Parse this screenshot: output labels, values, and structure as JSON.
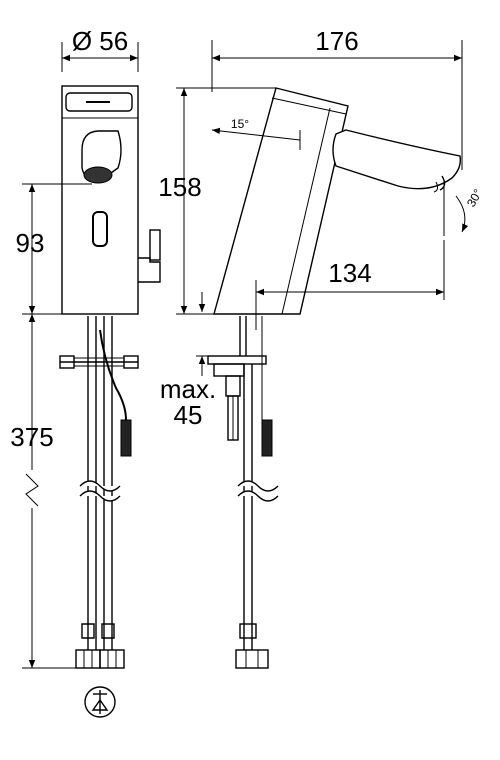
{
  "front_view": {
    "diameter_label": "Ø 56",
    "height_label": "93",
    "pipe_length_label": "375"
  },
  "side_view": {
    "width_label": "176",
    "height_label": "158",
    "angle_top_label": "15°",
    "angle_spout_label": "30°",
    "reach_label": "134",
    "max_label_line1": "max.",
    "max_label_line2": "45"
  },
  "symbol": {
    "name": "non-return-valve-icon"
  }
}
